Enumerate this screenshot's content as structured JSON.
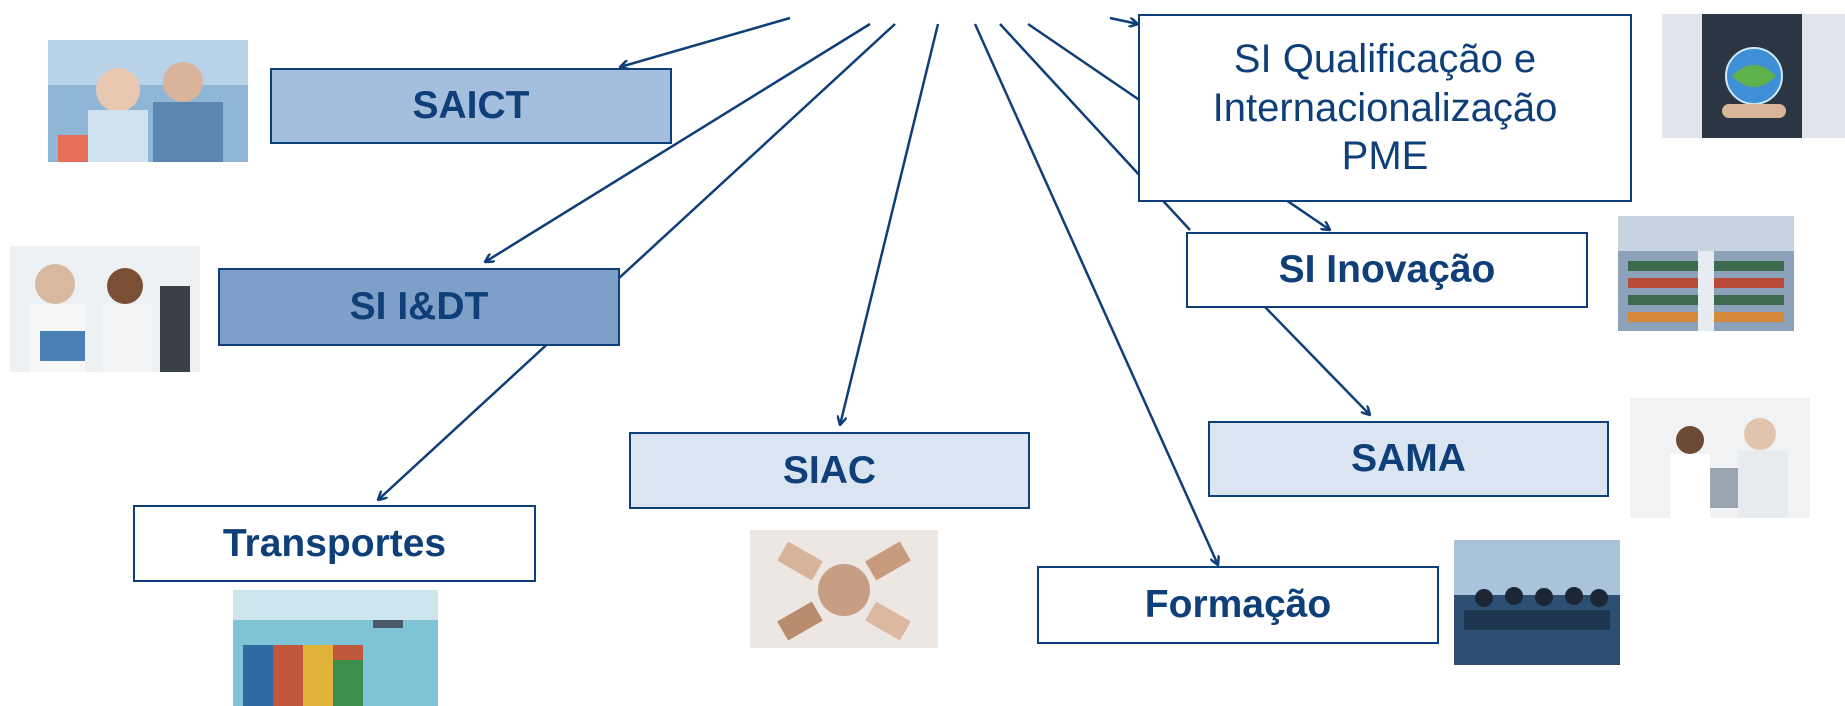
{
  "colors": {
    "line": "#0f3f78",
    "box_dark": "#7ea0c8",
    "box_medium": "#a4bedd",
    "box_light": "#dbe5f2",
    "box_white": "#ffffff"
  },
  "boxes": {
    "saict": "SAICT",
    "si_idt": "SI I&DT",
    "transportes": "Transportes",
    "siac": "SIAC",
    "formacao": "Formação",
    "sama": "SAMA",
    "si_inovacao": "SI Inovação",
    "si_qualificacao": "SI Qualificação e Internacionalização PME"
  },
  "images": {
    "saict_photo": "researchers-lab-photo",
    "si_idt_photo": "scientists-microscope-photo",
    "transportes_photo": "cargo-ship-photo",
    "siac_photo": "joined-hands-photo",
    "formacao_photo": "meeting-room-photo",
    "sama_photo": "office-computer-photo",
    "si_inovacao_photo": "factory-floor-photo",
    "si_qualificacao_photo": "globe-hand-photo"
  }
}
